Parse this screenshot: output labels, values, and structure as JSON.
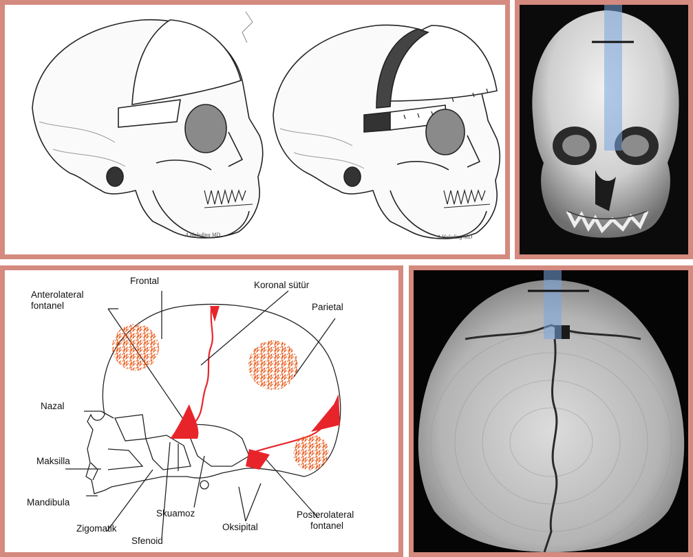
{
  "figure": {
    "panel_illustration": {
      "signature_left": "A.Holeding MD",
      "signature_right": "A.Holeding MD"
    },
    "diagram": {
      "labels": {
        "frontal": "Frontal",
        "koronal": "Koronal sütür",
        "anterolateral_1": "Anterolateral",
        "anterolateral_2": "fontanel",
        "parietal": "Parietal",
        "nazal": "Nazal",
        "maksilla": "Maksilla",
        "mandibula": "Mandibula",
        "zigomatik": "Zigomatik",
        "sfenoid": "Sfenoid",
        "skuamoz": "Skuamoz",
        "oksipital": "Oksipital",
        "posterolateral_1": "Posterolateral",
        "posterolateral_2": "fontanel"
      }
    },
    "colors": {
      "border": "#d48a7f",
      "fontanel_red": "#e8242b",
      "ossification_orange": "#e85a1a",
      "ct_highlight": "#7aa6e0"
    }
  }
}
